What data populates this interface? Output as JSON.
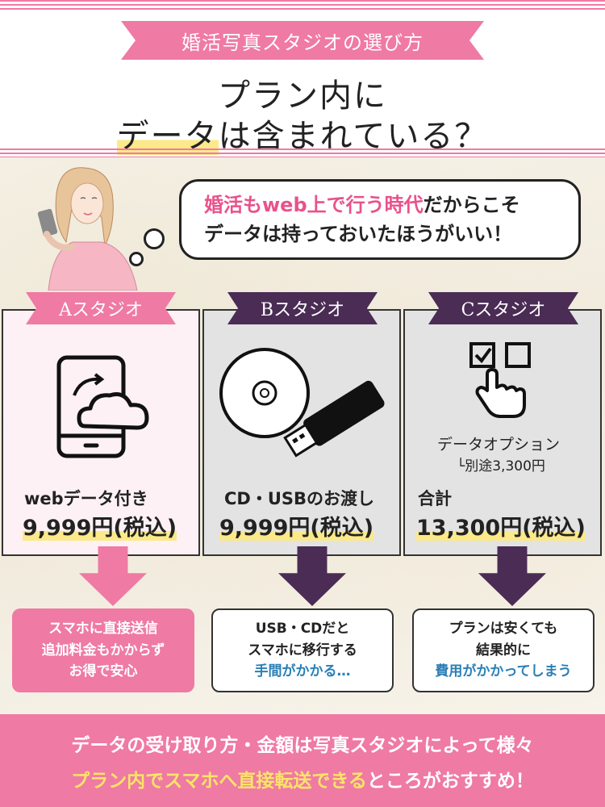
{
  "header": {
    "banner": "婚活写真スタジオの選び方",
    "title_line1": "プラン内に",
    "title_line2_hl": "データ",
    "title_line2_rest": "は含まれている？"
  },
  "bubble": {
    "line1_pink": "婚活もweb上で行う時代",
    "line1_rest": "だからこそ",
    "line2": "データは持っておいたほうがいい！"
  },
  "columns": [
    {
      "tag": "Aスタジオ",
      "icon": "smartphone-cloud-icon",
      "label": "webデータ付き",
      "price": "9,999円(税込)",
      "note_lines": [
        "スマホに直接送信",
        "追加料金もかからず",
        "お得で安心"
      ]
    },
    {
      "tag": "Bスタジオ",
      "icon": "cd-usb-icon",
      "label": "CD・USBのお渡し",
      "price": "9,999円(税込)",
      "note_lines": [
        "USB・CDだと",
        "スマホに移行する"
      ],
      "note_blue": "手間がかかる…"
    },
    {
      "tag": "Cスタジオ",
      "icon": "checkbox-click-icon",
      "option_label": "データオプション",
      "option_price": "└別途3,300円",
      "label": "合計",
      "price": "13,300円(税込)",
      "note_lines": [
        "プランは安くても",
        "結果的に"
      ],
      "note_blue": "費用がかかってしまう"
    }
  ],
  "footer": {
    "line1": "データの受け取り方・金額は写真スタジオによって様々",
    "line2_yellow": "プラン内でスマホへ直接転送できる",
    "line2_rest": "ところがおすすめ！"
  },
  "colors": {
    "pink": "#ef7aa4",
    "purple": "#4a2c55",
    "yellow_highlight": "#fbe98a",
    "blue_text": "#2a7fb6"
  }
}
